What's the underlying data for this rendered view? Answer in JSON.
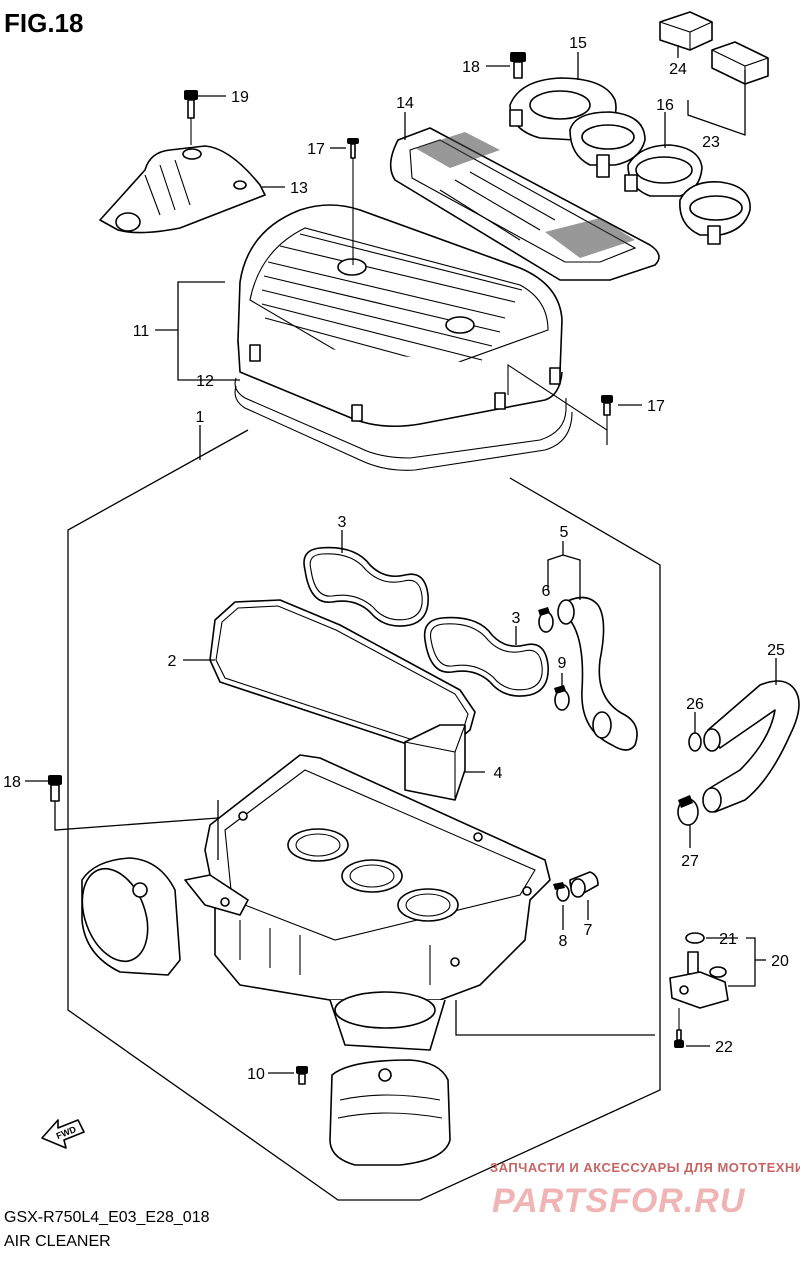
{
  "figure": {
    "title": "FIG.18",
    "model_code": "GSX-R750L4_E03_E28_018",
    "section_name": "AIR CLEANER"
  },
  "callouts": [
    {
      "number": "1"
    },
    {
      "number": "2"
    },
    {
      "number": "3"
    },
    {
      "number": "3"
    },
    {
      "number": "4"
    },
    {
      "number": "5"
    },
    {
      "number": "6"
    },
    {
      "number": "7"
    },
    {
      "number": "8"
    },
    {
      "number": "9"
    },
    {
      "number": "10"
    },
    {
      "number": "11"
    },
    {
      "number": "12"
    },
    {
      "number": "13"
    },
    {
      "number": "14"
    },
    {
      "number": "15"
    },
    {
      "number": "16"
    },
    {
      "number": "17"
    },
    {
      "number": "17"
    },
    {
      "number": "18"
    },
    {
      "number": "18"
    },
    {
      "number": "19"
    },
    {
      "number": "20"
    },
    {
      "number": "21"
    },
    {
      "number": "22"
    },
    {
      "number": "23"
    },
    {
      "number": "24"
    },
    {
      "number": "25"
    },
    {
      "number": "26"
    },
    {
      "number": "27"
    }
  ],
  "fwd_arrow": {
    "label": "FWD"
  },
  "watermark": {
    "tagline": "ЗАПЧАСТИ И АКСЕССУАРЫ ДЛЯ МОТОТЕХНИКИ",
    "brand": "PARTSFOR.RU",
    "color": "#f0b4b4"
  }
}
